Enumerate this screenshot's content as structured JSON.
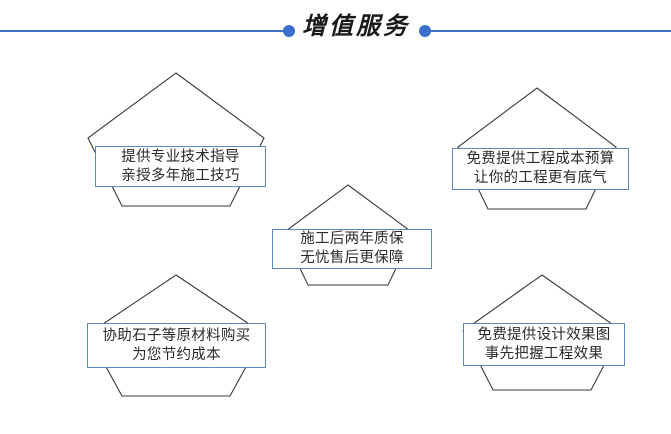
{
  "header": {
    "title": "增值服务",
    "accent_color": "#3A6FD0",
    "rule_color": "#3F6FBF",
    "left_dot": "bullet-dot",
    "right_dot": "bullet-dot"
  },
  "theme": {
    "box_border_color": "#5B89BF",
    "pentagon_stroke_color": "#3A3A3A",
    "background": "#FFFFFF",
    "text_color": "#2B2B2B"
  },
  "cards": [
    {
      "id": "top-left",
      "line1": "提供专业技术指导",
      "line2": "亲授多年施工技巧"
    },
    {
      "id": "top-right",
      "line1": "免费提供工程成本预算",
      "line2": "让你的工程更有底气"
    },
    {
      "id": "center",
      "line1": "施工后两年质保",
      "line2": "无忧售后更保障"
    },
    {
      "id": "bottom-left",
      "line1": "协助石子等原材料购买",
      "line2": "为您节约成本"
    },
    {
      "id": "bottom-right",
      "line1": "免费提供设计效果图",
      "line2": "事先把握工程效果"
    }
  ]
}
